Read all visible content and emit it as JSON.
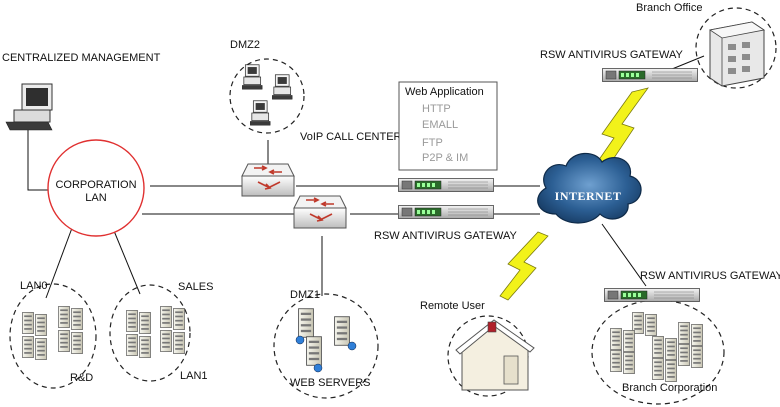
{
  "labels": {
    "centralized_management": "CENTRALIZED MANAGEMENT",
    "corporation_lan_line1": "CORPORATION",
    "corporation_lan_line2": "LAN",
    "dmz2": "DMZ2",
    "voip_call_center": "VoIP CALL CENTER",
    "dmz1": "DMZ1",
    "web_servers": "WEB SERVERS",
    "lan0": "LAN0",
    "rnd": "R&D",
    "sales": "SALES",
    "lan1": "LAN1",
    "rsw_gateway_center": "RSW ANTIVIRUS GATEWAY",
    "rsw_gateway_top": "RSW ANTIVIRUS GATEWAY",
    "rsw_gateway_right": "RSW ANTIVIRUS GATEWAY",
    "branch_office": "Branch Office",
    "internet": "INTERNET",
    "remote_user": "Remote User",
    "branch_corporation": "Branch Corporation"
  },
  "web_application": {
    "title": "Web Application",
    "items": [
      "HTTP",
      "EMALL",
      "FTP",
      "P2P & IM"
    ]
  },
  "colors": {
    "lan_ring": "#e03030",
    "cloud": "#1f4e79",
    "lightning": "#f2f21a",
    "line": "#111111"
  }
}
